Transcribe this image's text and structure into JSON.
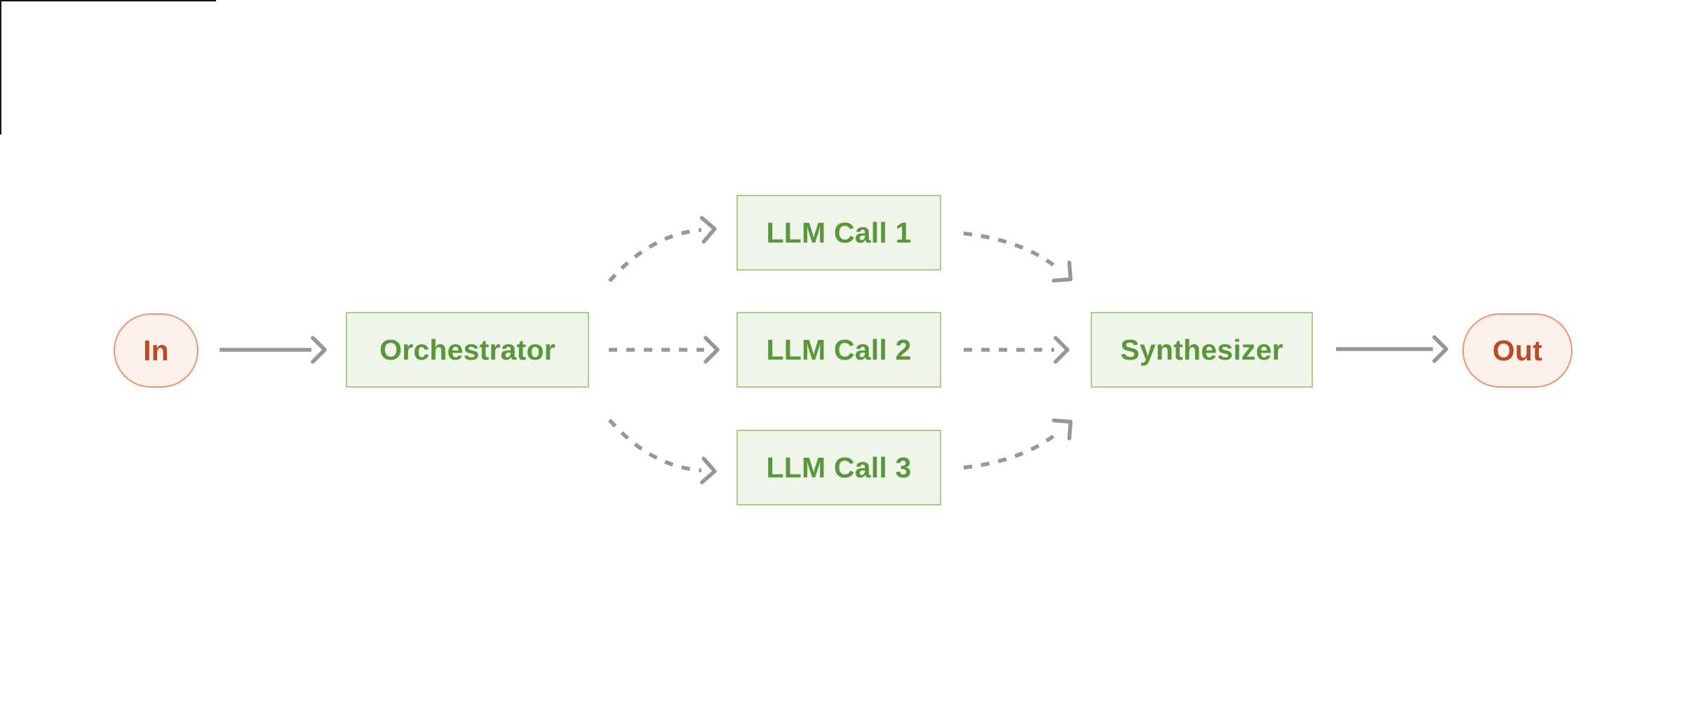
{
  "diagram": {
    "kind": "workflow-diagram",
    "nodes": {
      "in": {
        "label": "In",
        "shape": "pill",
        "role": "input"
      },
      "orchestrator": {
        "label": "Orchestrator",
        "shape": "box",
        "role": "process"
      },
      "llm_call_1": {
        "label": "LLM Call 1",
        "shape": "box",
        "role": "process"
      },
      "llm_call_2": {
        "label": "LLM Call 2",
        "shape": "box",
        "role": "process"
      },
      "llm_call_3": {
        "label": "LLM Call 3",
        "shape": "box",
        "role": "process"
      },
      "synthesizer": {
        "label": "Synthesizer",
        "shape": "box",
        "role": "process"
      },
      "out": {
        "label": "Out",
        "shape": "pill",
        "role": "output"
      }
    },
    "edges": [
      {
        "from": "in",
        "to": "orchestrator",
        "style": "solid",
        "path": "straight"
      },
      {
        "from": "orchestrator",
        "to": "llm_call_1",
        "style": "dashed",
        "path": "curved-up"
      },
      {
        "from": "orchestrator",
        "to": "llm_call_2",
        "style": "dashed",
        "path": "straight"
      },
      {
        "from": "orchestrator",
        "to": "llm_call_3",
        "style": "dashed",
        "path": "curved-down"
      },
      {
        "from": "llm_call_1",
        "to": "synthesizer",
        "style": "dashed",
        "path": "curved-down"
      },
      {
        "from": "llm_call_2",
        "to": "synthesizer",
        "style": "dashed",
        "path": "straight"
      },
      {
        "from": "llm_call_3",
        "to": "synthesizer",
        "style": "dashed",
        "path": "curved-up"
      },
      {
        "from": "synthesizer",
        "to": "out",
        "style": "solid",
        "path": "straight"
      }
    ],
    "colors": {
      "background": "#ffffff",
      "box_fill": "#f0f5e9",
      "box_border": "#aacd8c",
      "box_text": "#5a963c",
      "pill_fill": "#fdf1ec",
      "pill_border": "#eb9676",
      "pill_text": "#bc4a22",
      "arrow": "#979797",
      "frame_edge": "#161616"
    }
  }
}
